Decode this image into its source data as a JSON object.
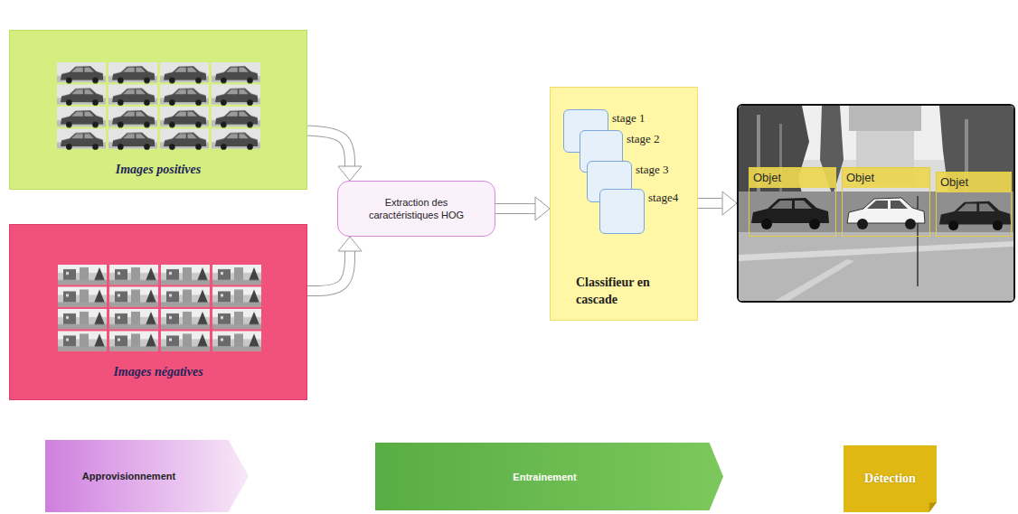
{
  "diagram": {
    "nodes": [
      {
        "text": [
          "Images positives"
        ]
      },
      {
        "text": [
          "Images négatives"
        ]
      },
      {
        "text": [
          "Extraction des caractéristiques HOG"
        ]
      },
      {
        "text": [
          "Classifieur en cascade"
        ]
      },
      {
        "text": [
          "stage 1"
        ],
        "in": 3
      },
      {
        "text": [
          "stage 2"
        ],
        "in": 3
      },
      {
        "text": [
          "stage 3"
        ],
        "in": 3
      },
      {
        "text": [
          "stage4"
        ],
        "in": 3
      },
      {
        "text": []
      },
      {
        "text": [
          "Objet"
        ],
        "in": 8
      },
      {
        "text": [
          "Objet"
        ],
        "in": 8
      },
      {
        "text": [
          "Objet"
        ],
        "in": 8
      },
      {
        "text": [
          "Approvisionnement"
        ]
      },
      {
        "text": [
          "Entrainement"
        ]
      },
      {
        "text": [
          "Détection"
        ]
      }
    ],
    "edges": [
      {
        "from": 0,
        "to": 2,
        "arrow": "to"
      },
      {
        "from": 1,
        "to": 2,
        "arrow": "to"
      },
      {
        "from": 2,
        "to": 3,
        "arrow": "to"
      },
      {
        "from": 3,
        "to": 8,
        "arrow": "to"
      }
    ]
  }
}
